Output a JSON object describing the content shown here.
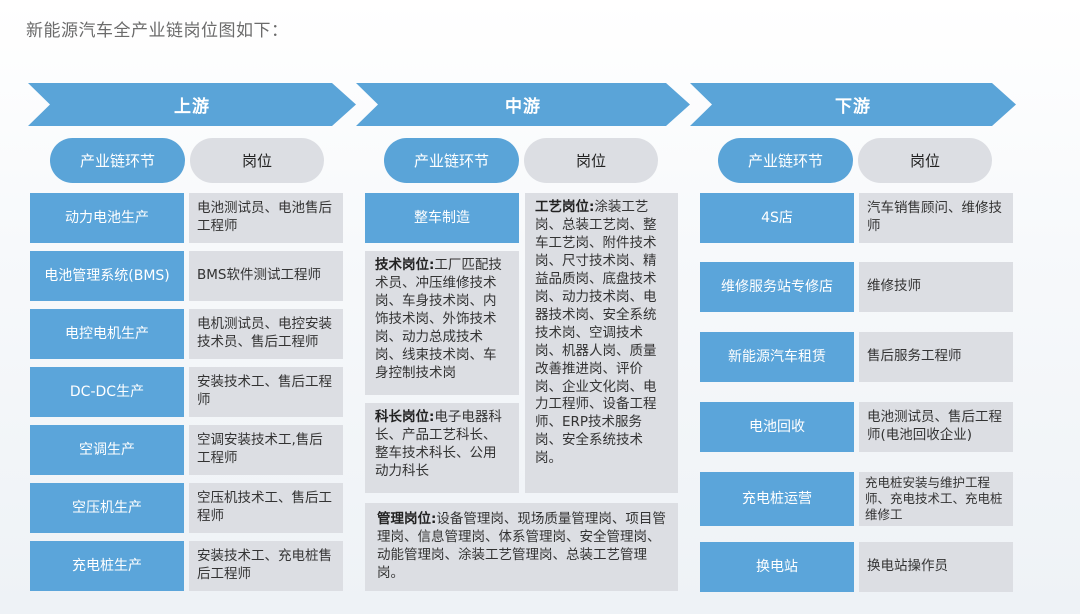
{
  "intro": "新能源汽车全产业链岗位图如下：",
  "stages": {
    "up": "上游",
    "mid": "中游",
    "down": "下游"
  },
  "headers": {
    "segment": "产业链环节",
    "position": "岗位"
  },
  "upstream": [
    {
      "segment": "动力电池生产",
      "jobs": "电池测试员、电池售后工程师"
    },
    {
      "segment": "电池管理系统(BMS)",
      "jobs": "BMS软件测试工程师"
    },
    {
      "segment": "电控电机生产",
      "jobs": "电机测试员、电控安装技术员、售后工程师"
    },
    {
      "segment": "DC-DC生产",
      "jobs": "安装技术工、售后工程师"
    },
    {
      "segment": "空调生产",
      "jobs": "空调安装技术工,售后工程师"
    },
    {
      "segment": "空压机生产",
      "jobs": "空压机技术工、售后工程师"
    },
    {
      "segment": "充电桩生产",
      "jobs": "安装技术工、充电桩售后工程师"
    }
  ],
  "midstream": {
    "segment": "整车制造",
    "tech": {
      "title": "技术岗位:",
      "text": "工厂匹配技术员、冲压维修技术岗、车身技术岗、内饰技术岗、外饰技术岗、动力总成技术岗、线束技术岗、车身控制技术岗"
    },
    "chief": {
      "title": "科长岗位:",
      "text": "电子电器科长、产品工艺科长、整车技术科长、公用动力科长"
    },
    "process": {
      "title": "工艺岗位:",
      "text": "涂装工艺岗、总装工艺岗、整车工艺岗、附件技术岗、尺寸技术岗、精益品质岗、底盘技术岗、动力技术岗、电器技术岗、安全系统技术岗、空调技术岗、机器人岗、质量改善推进岗、评价岗、企业文化岗、电力工程师、设备工程师、ERP技术服务岗、安全系统技术岗。"
    },
    "mgmt": {
      "title": "管理岗位:",
      "text": "设备管理岗、现场质量管理岗、项目管理岗、信息管理岗、体系管理岗、安全管理岗、动能管理岗、涂装工艺管理岗、总装工艺管理岗。"
    }
  },
  "downstream": [
    {
      "segment": "4S店",
      "jobs": "汽车销售顾问、维修技师"
    },
    {
      "segment": "维修服务站专修店",
      "jobs": "维修技师"
    },
    {
      "segment": "新能源汽车租赁",
      "jobs": "售后服务工程师"
    },
    {
      "segment": "电池回收",
      "jobs": "电池测试员、售后工程师(电池回收企业)"
    },
    {
      "segment": "充电桩运营",
      "jobs": "充电桩安装与维护工程师、充电技术工、充电桩维修工"
    },
    {
      "segment": "换电站",
      "jobs": "换电站操作员"
    }
  ],
  "colors": {
    "blue": "#5ba5da",
    "grey": "#dcdee3",
    "chevron": "#5aa4d8"
  }
}
